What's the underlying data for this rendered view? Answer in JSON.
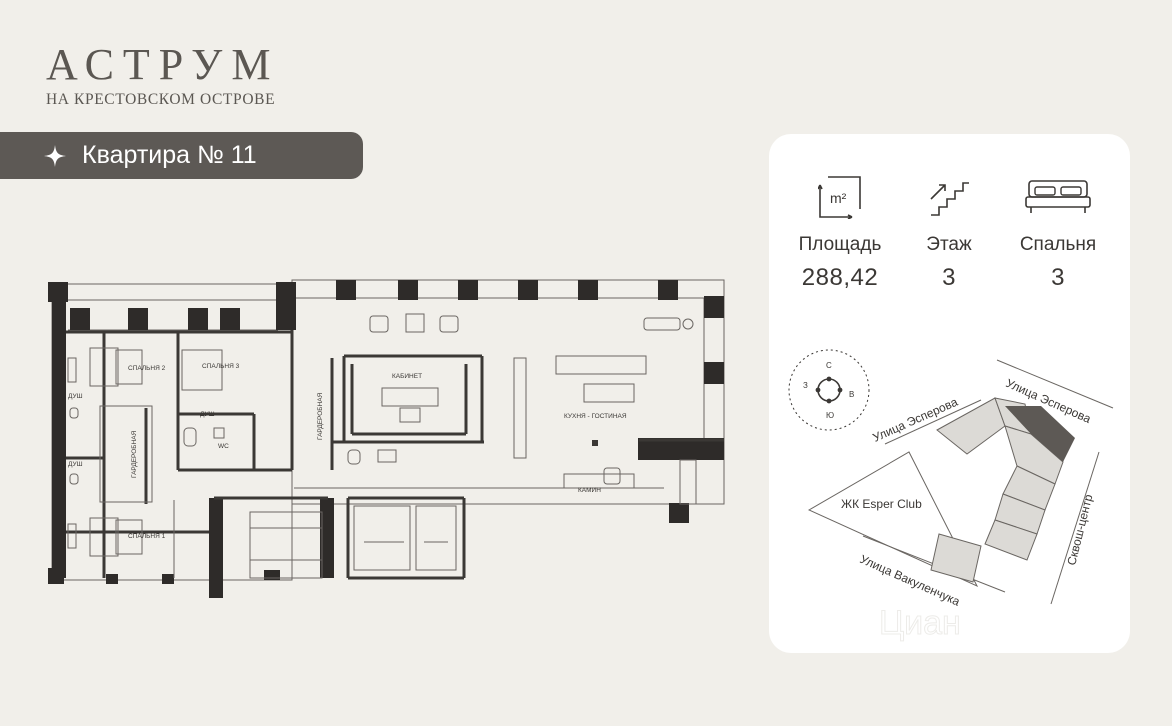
{
  "brand": {
    "name": "АСТРУМ",
    "subtitle": "НА КРЕСТОВСКОМ ОСТРОВЕ"
  },
  "apartment": {
    "title": "Квартира № 11"
  },
  "stats": {
    "area": {
      "label": "Площадь",
      "value": "288,42",
      "icon_text": "m²"
    },
    "floor": {
      "label": "Этаж",
      "value": "3"
    },
    "bedrooms": {
      "label": "Спальня",
      "value": "3"
    }
  },
  "plan": {
    "rooms": {
      "bedroom2": "СПАЛЬНЯ 2",
      "bedroom3": "СПАЛЬНЯ 3",
      "bedroom1": "СПАЛЬНЯ 1",
      "shower_a": "ДУШ",
      "shower_b": "ДУШ",
      "shower_c": "ДУШ",
      "wc": "WC",
      "wardrobe1": "ГАРДЕРОБНАЯ",
      "wardrobe2": "ГАРДЕРОБНАЯ",
      "study": "КАБИНЕТ",
      "kitchen": "КУХНЯ - ГОСТИНАЯ",
      "fireplace": "КАМИН"
    }
  },
  "map": {
    "compass": {
      "n": "С",
      "s": "Ю",
      "w": "З",
      "e": "В"
    },
    "streets": {
      "esperova_left": "Улица Эсперова",
      "esperova_right": "Улица Эсперова",
      "vakulenchuka": "Улица Вакуленчука",
      "squash": "Сквош-центр",
      "esper_club": "ЖК Esper Club"
    },
    "watermark": "Циан"
  }
}
